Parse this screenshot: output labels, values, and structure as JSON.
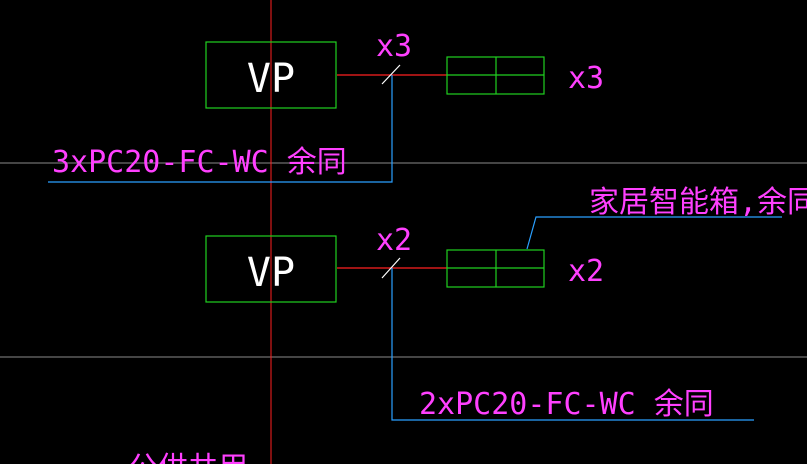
{
  "drawing": {
    "background": "#000000",
    "colors": {
      "grid": "#8a8a8a",
      "axis": "#ff2020",
      "box": "#20d020",
      "leader": "#2aa0ff",
      "text": "#ff40ff",
      "label": "#ffffff"
    },
    "top_group": {
      "box_label": "VP",
      "multiplier_top": "x3",
      "multiplier_right": "x3",
      "cable_note": "3xPC20-FC-WC 余同"
    },
    "bottom_group": {
      "box_label": "VP",
      "multiplier_top": "x2",
      "multiplier_right": "x2",
      "cable_note": "2xPC20-FC-WC 余同",
      "callout": "家居智能箱,余同"
    },
    "bottom_edge_text": "公供共用"
  }
}
